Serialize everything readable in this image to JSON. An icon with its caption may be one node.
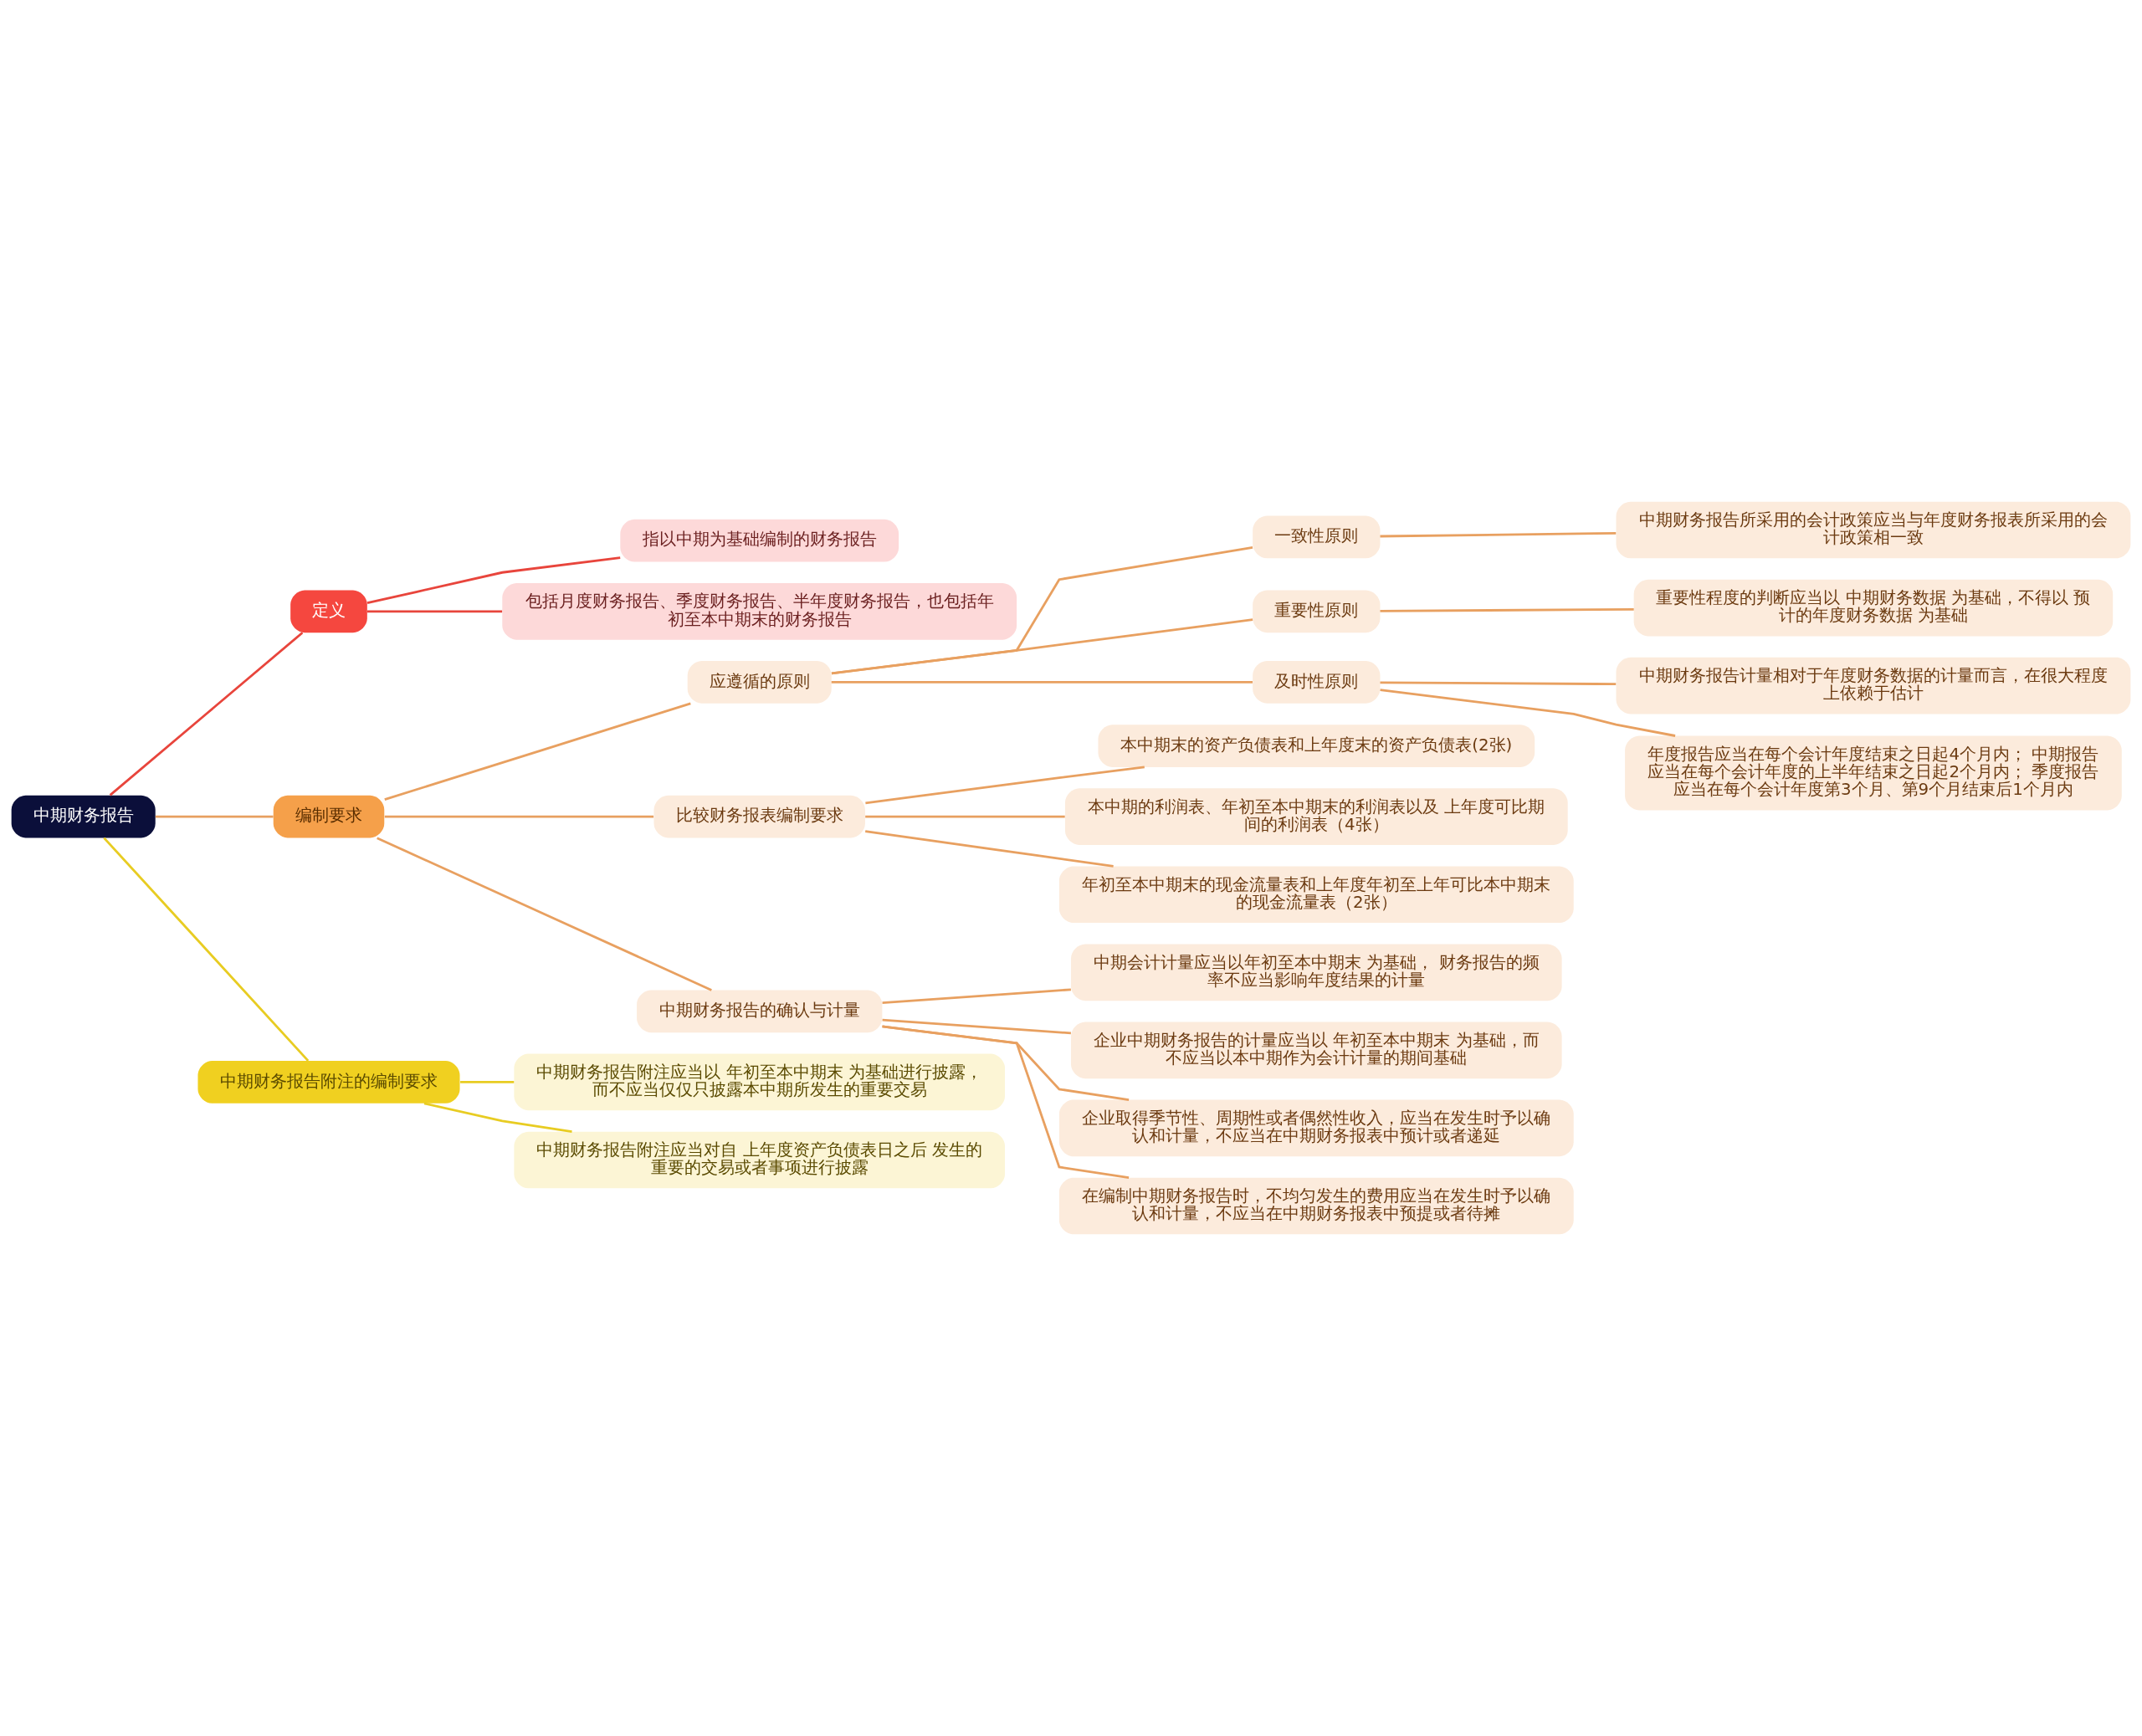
{
  "diagram": {
    "nodes": [
      {
        "text": [
          "中期财务报告"
        ]
      },
      {
        "text": [
          "定义"
        ]
      },
      {
        "text": [
          "指以中期为基础编制的财务报告"
        ]
      },
      {
        "text": [
          "包括月度财务报告、季度财务报告、半年度财务报告，也包括年初至本中期末的财务报告"
        ]
      },
      {
        "text": [
          "编制要求"
        ]
      },
      {
        "text": [
          "应遵循的原则"
        ]
      },
      {
        "text": [
          "一致性原则"
        ]
      },
      {
        "text": [
          "中期财务报告所采用的会计政策应当与年度财务报表所采用的会计政策相一致"
        ]
      },
      {
        "text": [
          "重要性原则"
        ]
      },
      {
        "text": [
          "重要性程度的判断应当以 中期财务数据 为基础，不得以 预计的年度财务数据 为基础"
        ]
      },
      {
        "text": [
          "及时性原则"
        ]
      },
      {
        "text": [
          "中期财务报告计量相对于年度财务数据的计量而言，在很大程度上依赖于估计"
        ]
      },
      {
        "text": [
          "年度报告应当在每个会计年度结束之日起4个月内； 中期报告应当在每个会计年度的上半年结束之日起2个月内； 季度报告应当在每个会计年度第3个月、第9个月结束后1个月内"
        ]
      },
      {
        "text": [
          "比较财务报表编制要求"
        ]
      },
      {
        "text": [
          "本中期末的资产负债表和上年度末的资产负债表(2张)"
        ]
      },
      {
        "text": [
          "本中期的利润表、年初至本中期末的利润表以及 上年度可比期间的利润表（4张）"
        ]
      },
      {
        "text": [
          "年初至本中期末的现金流量表和上年度年初至上年可比本中期末的现金流量表（2张）"
        ]
      },
      {
        "text": [
          "中期财务报告的确认与计量"
        ]
      },
      {
        "text": [
          "中期会计计量应当以年初至本中期末 为基础， 财务报告的频率不应当影响年度结果的计量"
        ]
      },
      {
        "text": [
          "企业中期财务报告的计量应当以 年初至本中期末 为基础，而不应当以本中期作为会计计量的期间基础"
        ]
      },
      {
        "text": [
          "企业取得季节性、周期性或者偶然性收入，应当在发生时予以确认和计量，不应当在中期财务报表中预计或者递延"
        ]
      },
      {
        "text": [
          "在编制中期财务报告时，不均匀发生的费用应当在发生时予以确认和计量，不应当在中期财务报表中预提或者待摊"
        ]
      },
      {
        "text": [
          "中期财务报告附注的编制要求"
        ]
      },
      {
        "text": [
          "中期财务报告附注应当以 年初至本中期末 为基础进行披露，而不应当仅仅只披露本中期所发生的重要交易"
        ]
      },
      {
        "text": [
          "中期财务报告附注应当对自 上年度资产负债表日之后 发生的重要的交易或者事项进行披露"
        ]
      }
    ],
    "edges": [
      {
        "from": 0,
        "to": 1,
        "arrow": "none",
        "color": "#e8453c"
      },
      {
        "from": 1,
        "to": 2,
        "arrow": "none",
        "color": "#e8453c"
      },
      {
        "from": 1,
        "to": 3,
        "arrow": "none",
        "color": "#e8453c"
      },
      {
        "from": 0,
        "to": 4,
        "arrow": "none"
      },
      {
        "from": 4,
        "to": 5,
        "arrow": "none"
      },
      {
        "from": 5,
        "to": 6,
        "arrow": "none"
      },
      {
        "from": 6,
        "to": 7,
        "arrow": "none"
      },
      {
        "from": 5,
        "to": 8,
        "arrow": "none"
      },
      {
        "from": 8,
        "to": 9,
        "arrow": "none"
      },
      {
        "from": 5,
        "to": 10,
        "arrow": "none"
      },
      {
        "from": 10,
        "to": 11,
        "arrow": "none"
      },
      {
        "from": 10,
        "to": 12,
        "arrow": "none"
      },
      {
        "from": 4,
        "to": 13,
        "arrow": "none"
      },
      {
        "from": 13,
        "to": 14,
        "arrow": "none"
      },
      {
        "from": 13,
        "to": 15,
        "arrow": "none"
      },
      {
        "from": 13,
        "to": 16,
        "arrow": "none"
      },
      {
        "from": 4,
        "to": 17,
        "arrow": "none"
      },
      {
        "from": 17,
        "to": 18,
        "arrow": "none"
      },
      {
        "from": 17,
        "to": 19,
        "arrow": "none"
      },
      {
        "from": 17,
        "to": 20,
        "arrow": "none"
      },
      {
        "from": 17,
        "to": 21,
        "arrow": "none"
      },
      {
        "from": 0,
        "to": 22,
        "arrow": "none",
        "color": "#e8cc22"
      },
      {
        "from": 22,
        "to": 23,
        "arrow": "none",
        "color": "#e8cc22"
      },
      {
        "from": 22,
        "to": 24,
        "arrow": "none",
        "color": "#e8cc22"
      }
    ]
  }
}
